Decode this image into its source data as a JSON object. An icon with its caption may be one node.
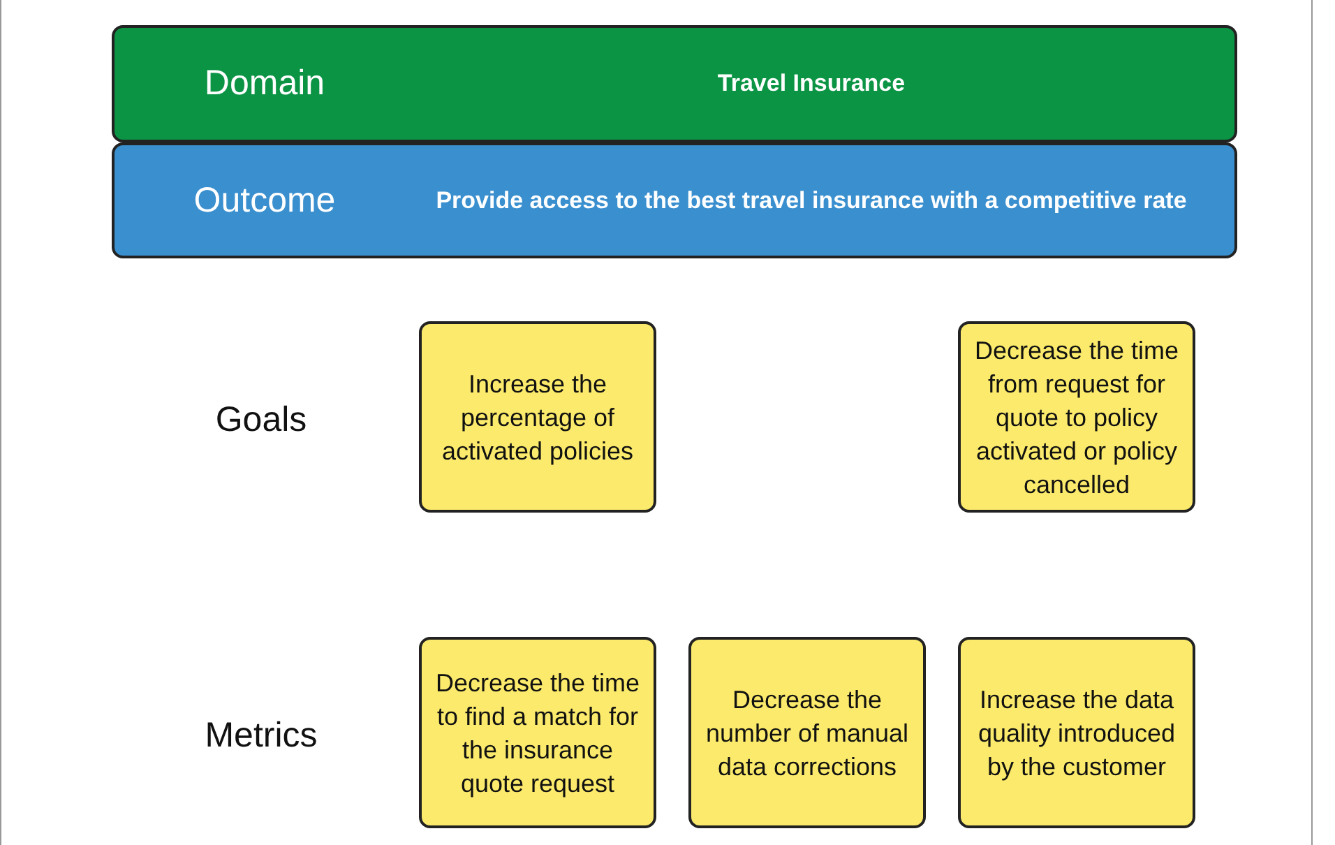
{
  "diagram": {
    "nodes": [
      {
        "text": [
          "Domain",
          "Travel Insurance"
        ]
      },
      {
        "text": [
          "Outcome",
          "Provide access to the best travel insurance with a competitive rate"
        ]
      },
      {
        "text": [
          "Increase the percentage of activated policies"
        ]
      },
      {
        "text": [
          "Decrease the time from request for quote to policy activated or policy cancelled"
        ]
      },
      {
        "text": [
          "Decrease the time to find a match for the insurance quote request"
        ]
      },
      {
        "text": [
          "Decrease the number of manual data corrections"
        ]
      },
      {
        "text": [
          "Increase the data quality introduced by the customer"
        ]
      }
    ],
    "edges": [],
    "labels": [
      "Goals",
      "Metrics"
    ]
  }
}
